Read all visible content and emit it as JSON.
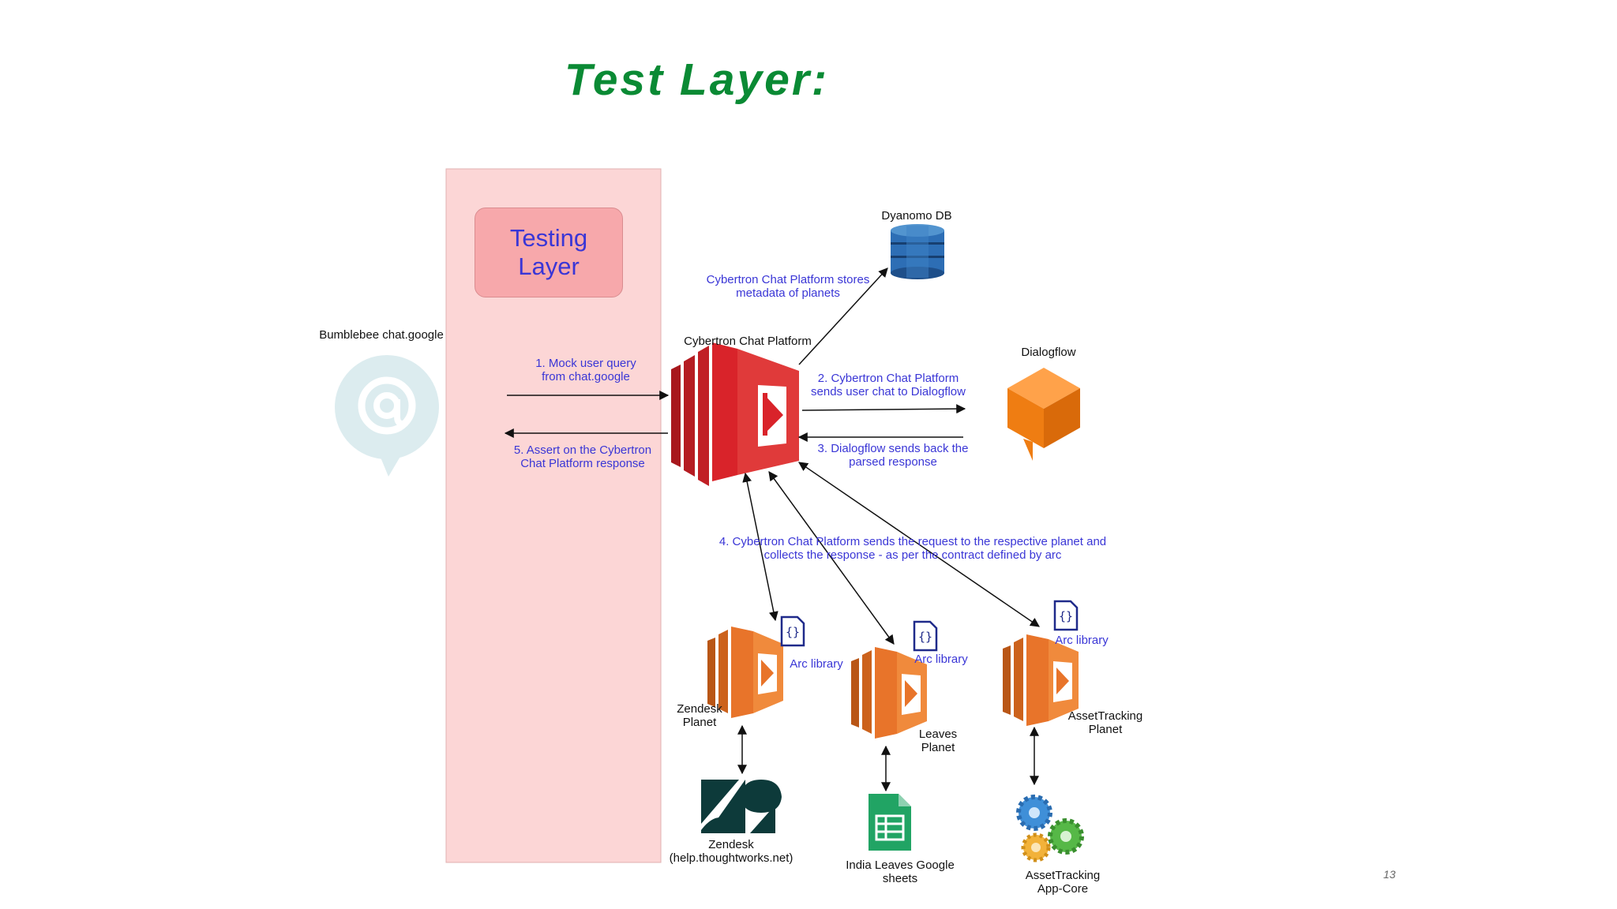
{
  "slide": {
    "title": "Test Layer:",
    "page_number": "13"
  },
  "diagram": {
    "testing_layer": "Testing\nLayer",
    "nodes": {
      "bumblebee": "Bumblebee chat.google",
      "dynamo": "Dyanomo DB",
      "cybertron": "Cybertron Chat Platform",
      "dialogflow": "Dialogflow",
      "zendesk_planet": "Zendesk\nPlanet",
      "leaves_planet": "Leaves\nPlanet",
      "assettracking_planet": "AssetTracking\nPlanet",
      "zendesk": "Zendesk\n(help.thoughtworks.net)",
      "sheets": "India Leaves Google\nsheets",
      "assettracking_core": "AssetTracking\nApp-Core"
    },
    "arc_library_label": "Arc library",
    "edges": {
      "store_metadata": "Cybertron Chat Platform stores\nmetadata of planets",
      "mock_query": "1. Mock user query\nfrom chat.google",
      "send_dialogflow": "2. Cybertron Chat Platform\nsends  user chat to Dialogflow",
      "dialogflow_back": "3. Dialogflow sends back the\nparsed response",
      "send_request": "4. Cybertron Chat Platform sends the request to the respective planet and\ncollects the response - as per the contract defined by arc",
      "assert_response": "5. Assert on the Cybertron\nChat Platform response"
    }
  },
  "colors": {
    "title": "#0a8a34",
    "annotation": "#3a36d6",
    "testing_band": "#fcd6d6",
    "lambda_main": "#d9232a",
    "lambda_planet": "#e8742a"
  }
}
